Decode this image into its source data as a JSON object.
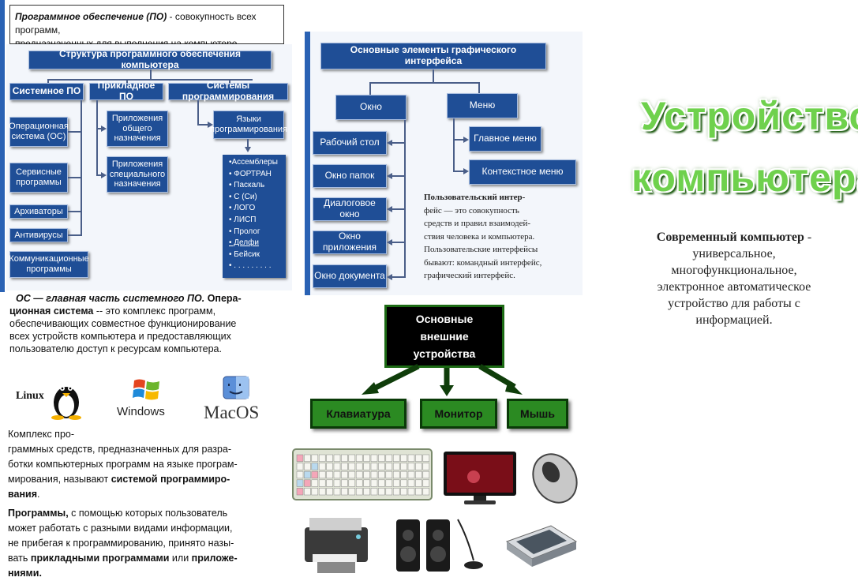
{
  "left": {
    "definition_term": "Программное обеспечение (ПО)",
    "definition_rest": " - совокупность всех программ,",
    "definition_line2": "предназначенных для выполнения на компьютере",
    "structure_title": "Структура программного обеспечения компьютера",
    "cat_system": "Системное ПО",
    "cat_applied": "Прикладное ПО",
    "cat_programming": "Системы программирования",
    "sys_items": [
      "Операционная система (ОС)",
      "Сервисные программы",
      "Архиваторы",
      "Антивирусы",
      "Коммуникационные программы"
    ],
    "app_items": [
      "Приложения общего назначения",
      "Приложения специального назначения"
    ],
    "languages_title": "Языки программирования",
    "languages": [
      "•Ассемблеры",
      "• ФОРТРАН",
      "• Паскаль",
      "• С (Си)",
      "• ЛОГО",
      "• ЛИСП",
      "• Пролог",
      "• Делфи",
      "• Бейсик",
      "• . . . . . . . . ."
    ],
    "os_p1_italic": "ОС — главная часть системного ПО.",
    "os_p1_b": " Опера-",
    "os_p2_b": "ционная система",
    "os_p2_rest": " -- это комплекс программ,",
    "os_p3": "обеспечивающих совместное функционирование",
    "os_p4": "всех устройств компьютера и предоставляющих",
    "os_p5": "пользователю доступ к ресурсам компьютера.",
    "logo_linux": "Linux",
    "logo_windows": "Windows",
    "logo_mac": "MacOS",
    "prog_p1": "Комплекс      про-",
    "prog_p2": "граммных средств, предназначенных для разра-",
    "prog_p3": "ботки компьютерных программ на языке програм-",
    "prog_p4_pre": "мирования, называют ",
    "prog_p4_b": "системой программиро-",
    "prog_p5_b": "вания",
    "prog_p5_rest": ".",
    "app_p1_b": "Программы,",
    "app_p1_rest": " с помощью которых пользователь",
    "app_p2": "может работать с разными видами информации,",
    "app_p3": "не прибегая к программированию, принято назы-",
    "app_p4_pre": "вать ",
    "app_p4_b": "прикладными программами",
    "app_p4_mid": " или ",
    "app_p4_b2": "приложе-",
    "app_p5_b": "ниями."
  },
  "middle": {
    "gui_title": "Основные элементы графического интерфейса",
    "window": "Окно",
    "menu": "Меню",
    "window_items": [
      "Рабочий стол",
      "Окно папок",
      "Диалоговое окно",
      "Окно приложения",
      "Окно документа"
    ],
    "menu_items": [
      "Главное меню",
      "Контекстное меню"
    ],
    "ui_lines": [
      "Пользовательский   интер-",
      "фейс  —  это  совокупность",
      "средств  и  правил  взаимодей-",
      "ствия  человека  и  компьютера.",
      "Пользовательские   интерфейсы",
      "бывают: командный интерфейс,",
      "графический интерфейс."
    ],
    "devices_title": "Основные внешние устройства",
    "devices": [
      "Клавиатура",
      "Монитор",
      "Мышь"
    ]
  },
  "right": {
    "title_line1": "Устройство",
    "title_line2": "компьютера",
    "desc_bold": "Современный компьютер",
    "desc_rest_1": " -",
    "desc_lines": [
      "универсальное,",
      "многофункциональное,",
      "электронное автоматическое",
      "устройство для работы с",
      "информацией."
    ]
  },
  "colors": {
    "diagram_blue": "#1f4e96",
    "title_green": "#6fd14d",
    "device_green": "#2b8a22"
  }
}
